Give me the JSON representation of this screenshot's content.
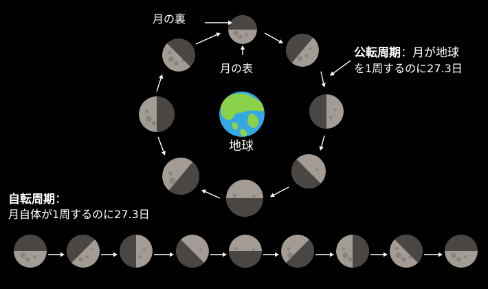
{
  "labels": {
    "moon_back": "月の裏",
    "moon_front": "月の表",
    "earth": "地球",
    "revolution_title": "公転周期",
    "revolution_colon": "：",
    "revolution_line1_rest": "月が地球",
    "revolution_line2": "を1周するのに27.3日",
    "rotation_title": "自転周期",
    "rotation_colon": "：",
    "rotation_line2": "月自体が1周するのに27.3日"
  },
  "icons": [
    "moon-icon",
    "earth-icon",
    "arrow-icon"
  ],
  "colors": {
    "background": "#000000",
    "moon_light": "#a39c95",
    "moon_dark": "#4a4644",
    "moon_crater": "#8a847d",
    "ocean": "#35a7e3",
    "land": "#8bd24a",
    "arrow": "#ffffff",
    "text": "#ffffff"
  }
}
